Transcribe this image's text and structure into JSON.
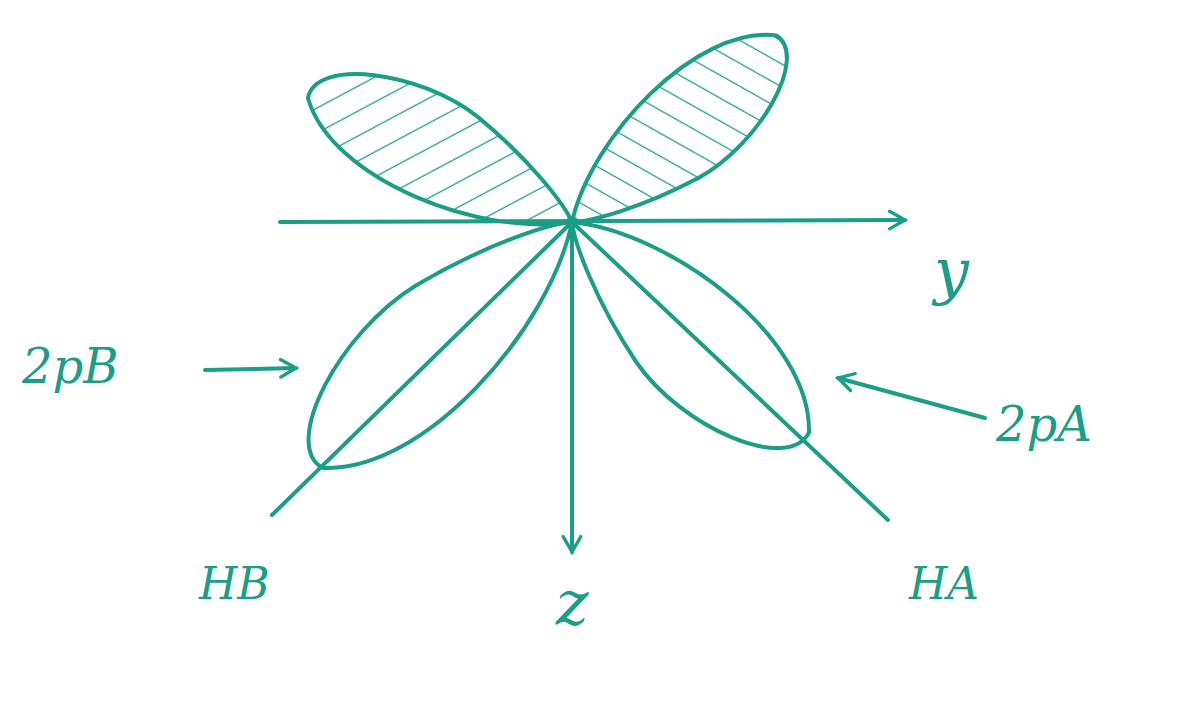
{
  "diagram": {
    "labels": [
      "y",
      "z",
      "HB",
      "HA",
      "2pB",
      "2pA"
    ]
  }
}
